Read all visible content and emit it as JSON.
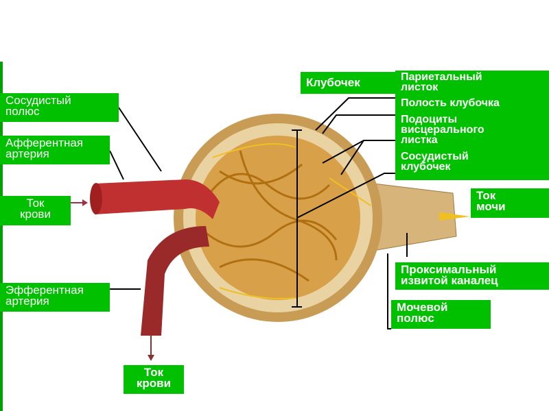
{
  "labels": {
    "vascular_pole": [
      "Сосудистый",
      "полюс"
    ],
    "afferent_artery": [
      "Афферентная",
      "артерия"
    ],
    "blood_flow_in": [
      "Ток",
      "крови"
    ],
    "efferent_artery": [
      "Эфферентная",
      "артерия"
    ],
    "blood_flow_out": [
      "Ток",
      "крови"
    ],
    "glomerulus": "Клубочек",
    "parietal_layer": [
      "Париетальный",
      "листок"
    ],
    "capsule_cavity": "Полость клубочка",
    "podocytes": [
      "Подоциты",
      "висцерального",
      "листка"
    ],
    "capillary_glomerulus": [
      "Сосудистый",
      "клубочек"
    ],
    "urine_flow": [
      "Ток",
      "мочи"
    ],
    "proximal_tubule": [
      "Проксимальный",
      "извитой каналец"
    ],
    "urinary_pole": [
      "Мочевой",
      "полюс"
    ]
  },
  "colors": {
    "label_bg": "#00c000",
    "vessel": "#b8282a",
    "capsule": "#d9b26a"
  }
}
